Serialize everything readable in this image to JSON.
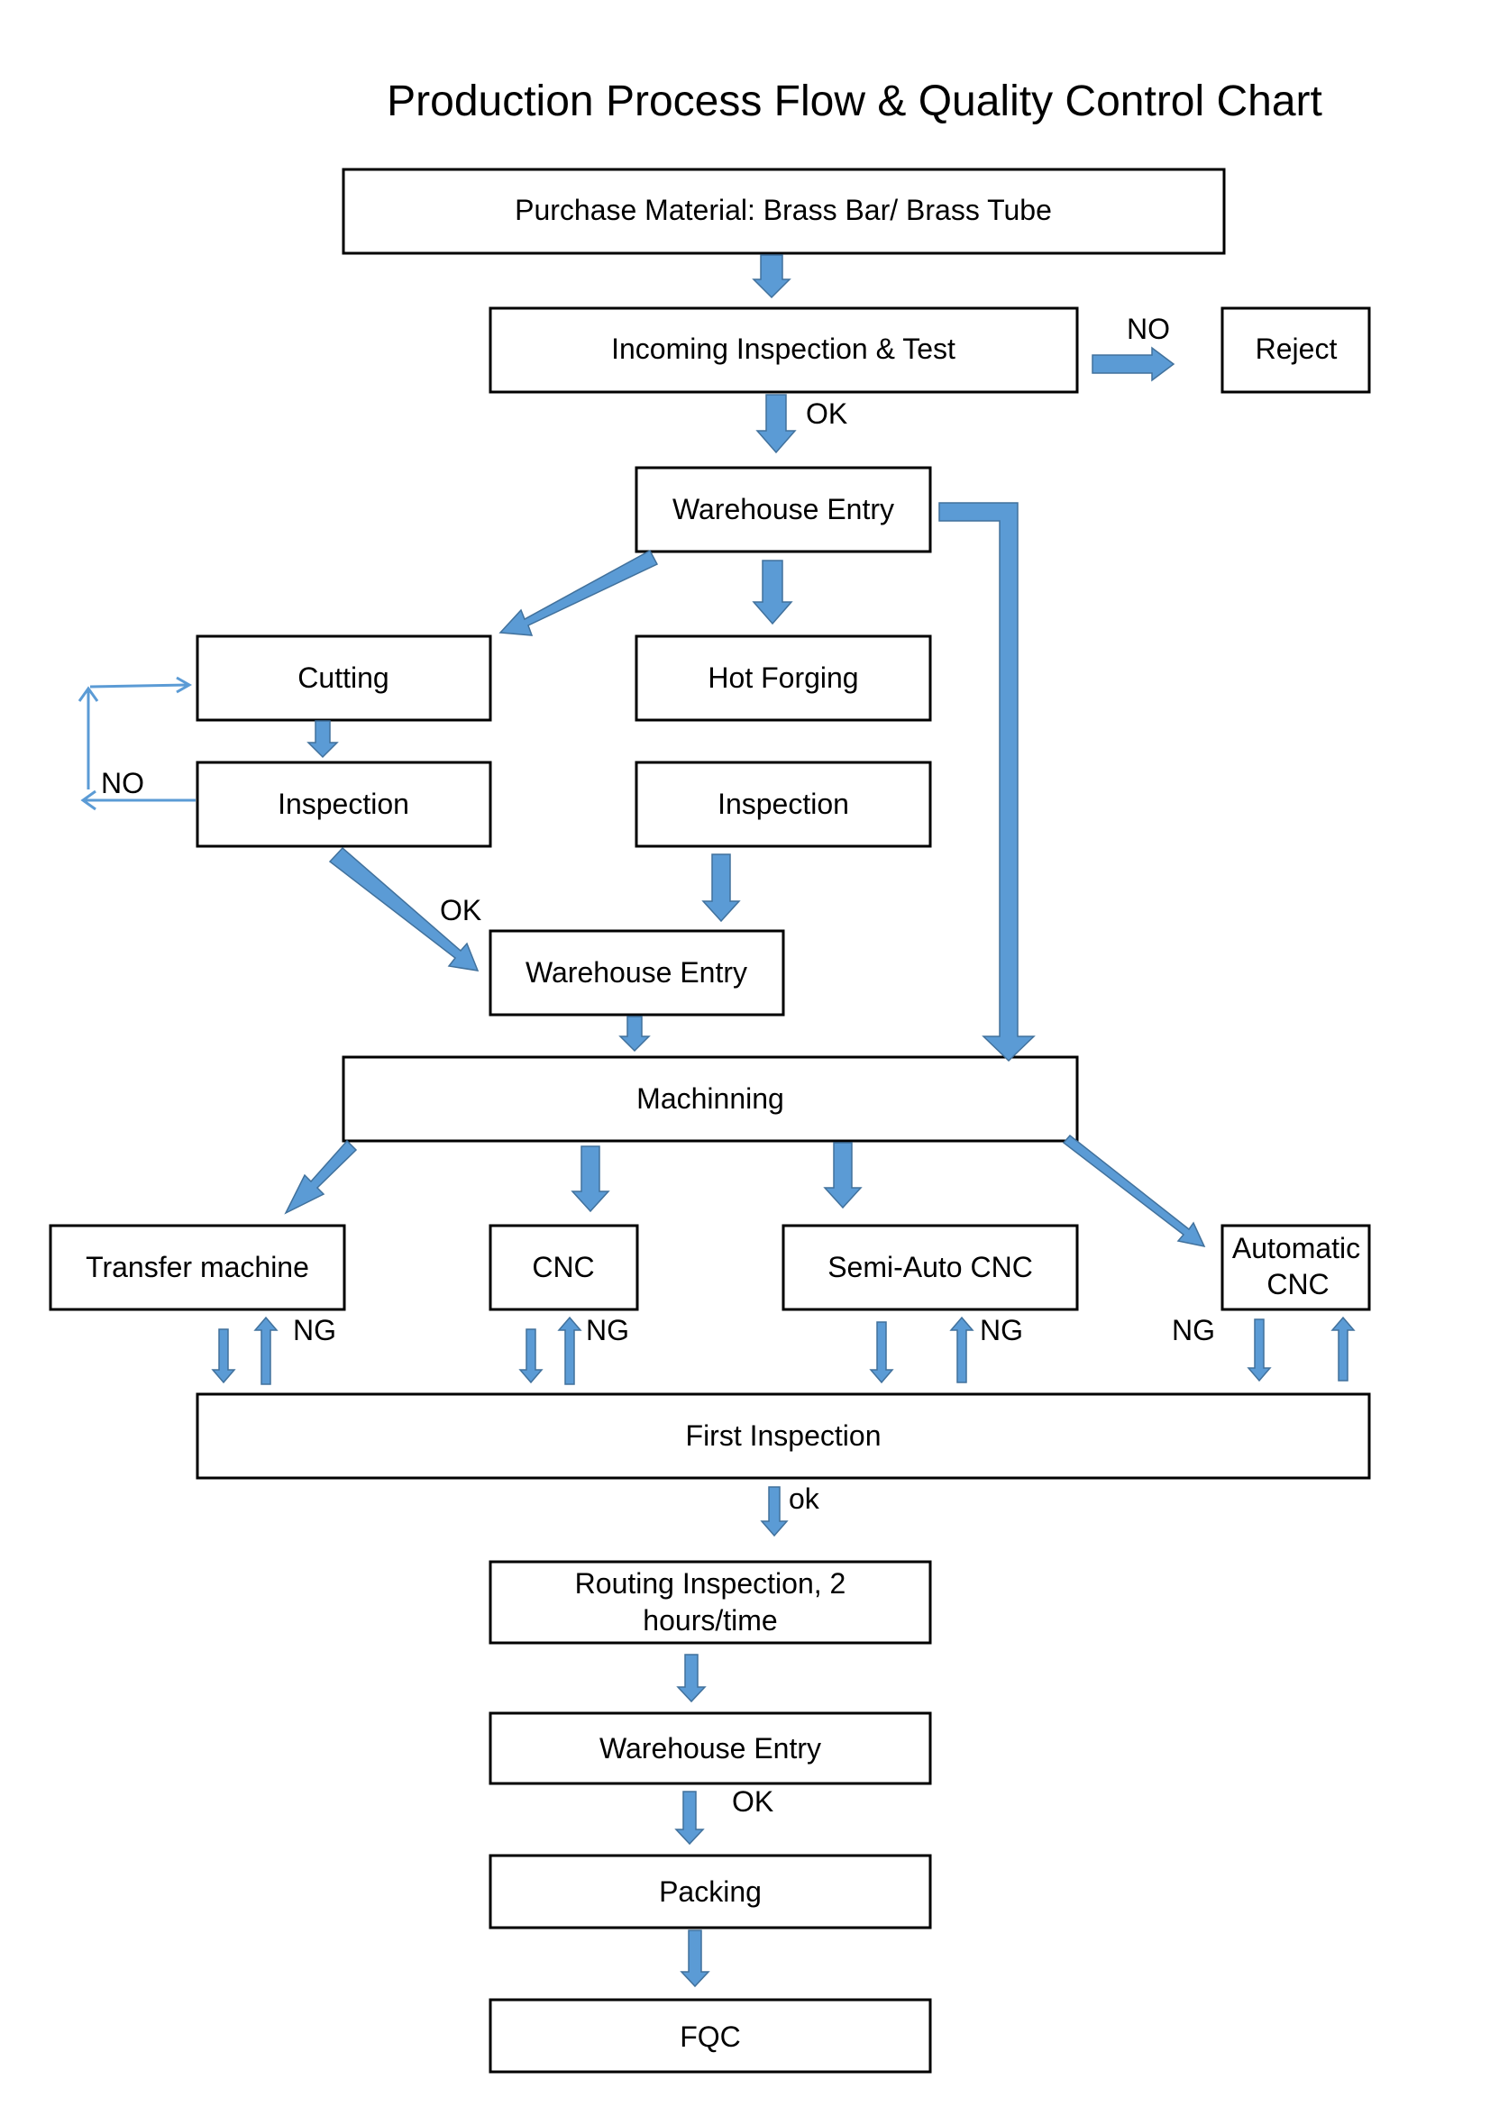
{
  "title": "Production Process Flow & Quality Control Chart",
  "boxes": {
    "purchase": "Purchase Material: Brass Bar/ Brass Tube",
    "incoming": "Incoming Inspection & Test",
    "reject": "Reject",
    "warehouse1": "Warehouse Entry",
    "cutting": "Cutting",
    "hot_forging": "Hot Forging",
    "inspection_cut": "Inspection",
    "inspection_forge": "Inspection",
    "warehouse2": "Warehouse Entry",
    "machining": "Machinning",
    "transfer": "Transfer machine",
    "cnc": "CNC",
    "semi_auto": "Semi-Auto CNC",
    "automatic_l1": "Automatic",
    "automatic_l2": "CNC",
    "first_inspection": "First Inspection",
    "routing_l1": "Routing Inspection, 2",
    "routing_l2": "hours/time",
    "warehouse3": "Warehouse Entry",
    "packing": "Packing",
    "fqc": "FQC"
  },
  "labels": {
    "no_reject": "NO",
    "ok_incoming": "OK",
    "no_cutting": "NO",
    "ok_cutting": "OK",
    "ng_transfer": "NG",
    "ng_cnc": "NG",
    "ng_semi": "NG",
    "ng_auto": "NG",
    "ok_first": "ok",
    "ok_warehouse3": "OK"
  },
  "colors": {
    "arrow_fill": "#5b9bd5",
    "arrow_stroke": "#41719c",
    "box_stroke": "#000000"
  }
}
